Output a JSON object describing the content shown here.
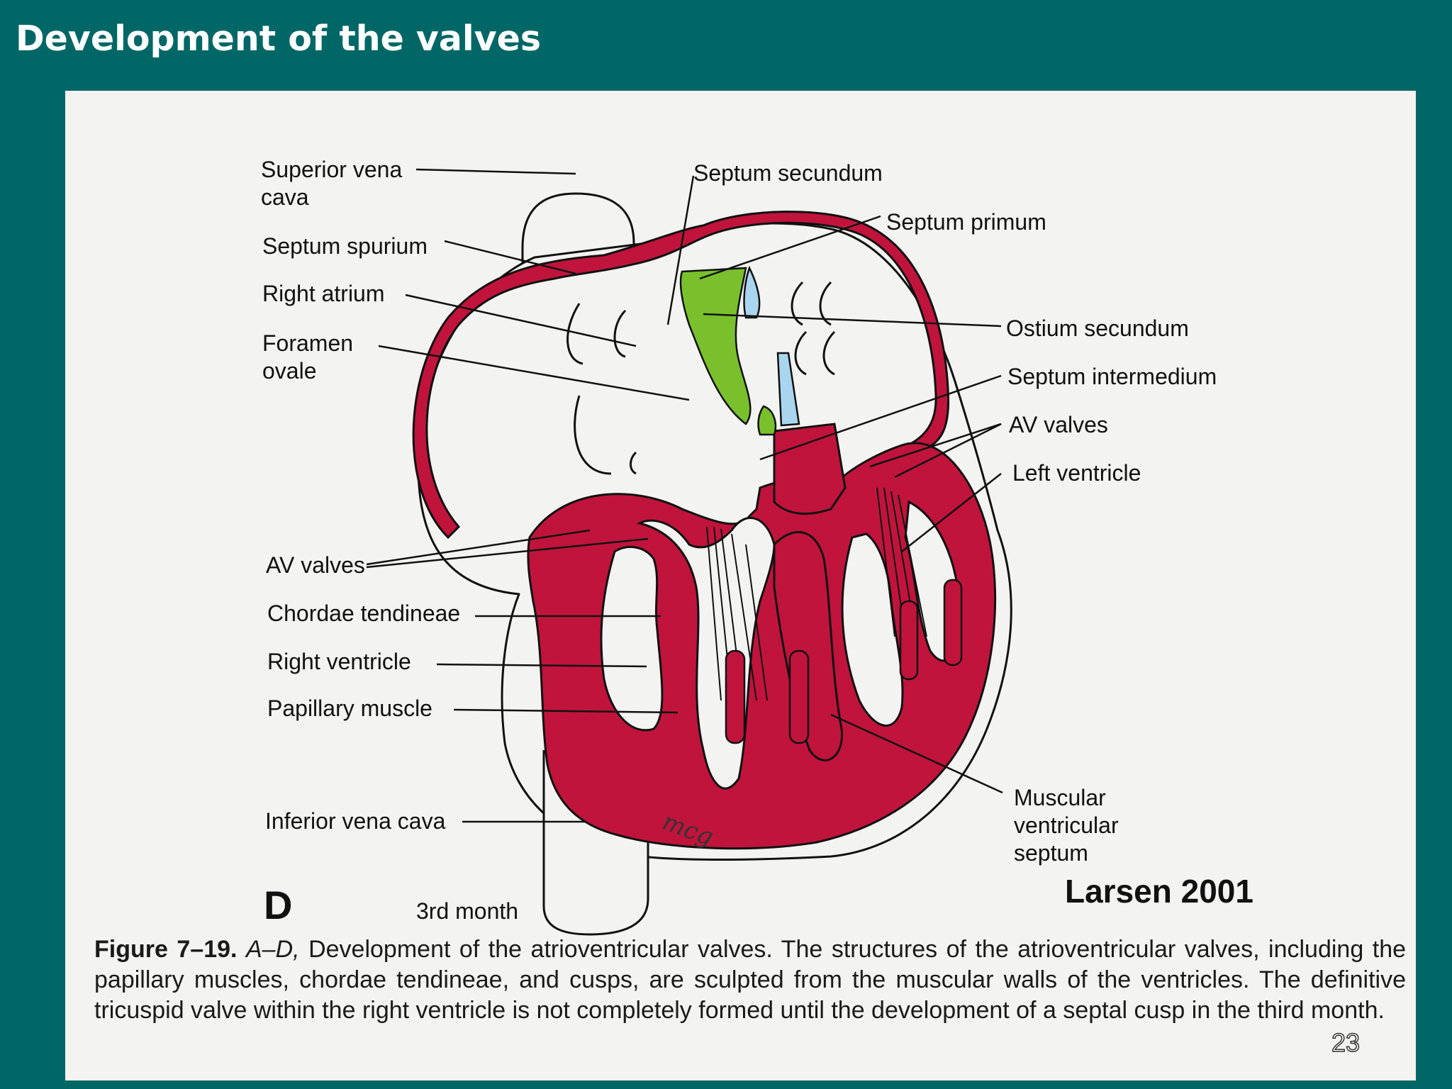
{
  "slide": {
    "title": "Development of the valves",
    "page_number": "23"
  },
  "figure": {
    "labels": {
      "superior_vena_cava_1": "Superior vena",
      "superior_vena_cava_2": "cava",
      "septum_spurium": "Septum spurium",
      "right_atrium": "Right atrium",
      "foramen_ovale_1": "Foramen",
      "foramen_ovale_2": "ovale",
      "av_valves_left": "AV valves",
      "chordae_tendineae": "Chordae tendineae",
      "right_ventricle": "Right ventricle",
      "papillary_muscle": "Papillary muscle",
      "inferior_vena_cava": "Inferior vena cava",
      "septum_secundum": "Septum secundum",
      "septum_primum": "Septum primum",
      "ostium_secundum": "Ostium secundum",
      "septum_intermedium": "Septum intermedium",
      "av_valves_right": "AV valves",
      "left_ventricle": "Left ventricle",
      "muscular_septum_1": "Muscular",
      "muscular_septum_2": "ventricular",
      "muscular_septum_3": "septum",
      "panel_letter": "D",
      "stage": "3rd month",
      "citation": "Larsen 2001",
      "artist_signature": "mcg"
    },
    "colors": {
      "myocardium": "#c0143c",
      "endocardial_cushion_green": "#7ac02c",
      "septum_primum_blue": "#a9d5ee",
      "outline": "#111111"
    }
  },
  "caption": {
    "figure_number": "Figure 7–19.",
    "panels": "A–D,",
    "text": " Development of the atrioventricular valves. The structures of the atrioventricular valves, including the papillary muscles, chordae tendineae, and cusps, are sculpted from the muscular walls of the ventricles. The definitive tricuspid valve within the right ventricle is not completely formed until the development of a septal cusp in the third month."
  }
}
